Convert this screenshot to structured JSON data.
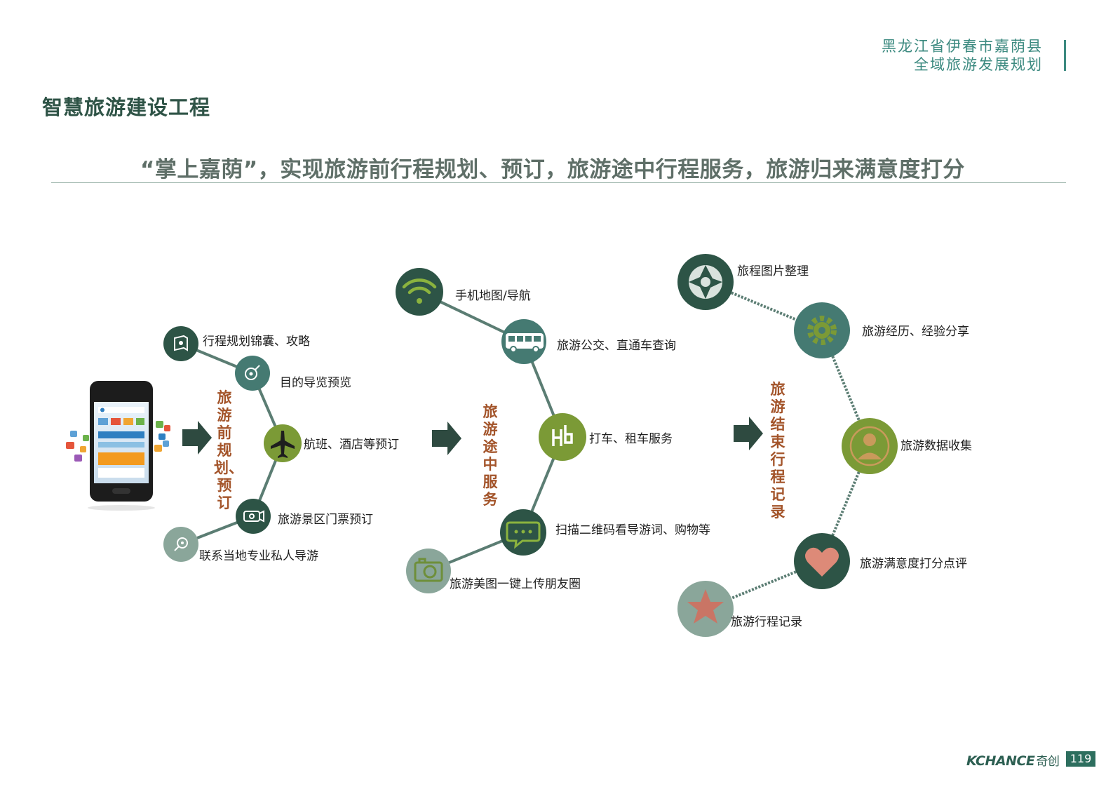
{
  "header": {
    "title_line1": "黑龙江省伊春市嘉荫县",
    "title_line2": "全域旅游发展规划"
  },
  "page_title": "智慧旅游建设工程",
  "subtitle": "“掌上嘉荫”，实现旅游前行程规划、预订，旅游途中行程服务，旅游归来满意度打分",
  "phases": [
    {
      "label": "旅游前规划、预订",
      "nodes": [
        {
          "label": "行程规划锦囊、攻略",
          "icon": "travel-guide-icon",
          "color": "#2d5446"
        },
        {
          "label": "目的导览预览",
          "icon": "destination-preview-icon",
          "color": "#457a72"
        },
        {
          "label": "航班、酒店等预订",
          "icon": "airplane-icon",
          "color": "#7b9a36"
        },
        {
          "label": "旅游景区门票预订",
          "icon": "ticket-icon",
          "color": "#2d5446"
        },
        {
          "label": "联系当地专业私人导游",
          "icon": "guide-search-icon",
          "color": "#8aa69a"
        }
      ]
    },
    {
      "label": "旅游途中服务",
      "nodes": [
        {
          "label": "手机地图/导航",
          "icon": "wifi-icon",
          "color": "#2d5446"
        },
        {
          "label": "旅游公交、直通车查询",
          "icon": "bus-icon",
          "color": "#457a72"
        },
        {
          "label": "打车、租车服务",
          "icon": "taxi-icon",
          "color": "#7b9a36"
        },
        {
          "label": "扫描二维码看导游词、购物等",
          "icon": "chat-bubble-icon",
          "color": "#2d5446"
        },
        {
          "label": "旅游美图一键上传朋友圈",
          "icon": "camera-icon",
          "color": "#8aa69a"
        }
      ]
    },
    {
      "label": "旅游结束行程记录",
      "nodes": [
        {
          "label": "旅程图片整理",
          "icon": "aperture-icon",
          "color": "#2d5446"
        },
        {
          "label": "旅游经历、经验分享",
          "icon": "gear-icon",
          "color": "#457a72"
        },
        {
          "label": "旅游数据收集",
          "icon": "user-icon",
          "color": "#7b9a36"
        },
        {
          "label": "旅游满意度打分点评",
          "icon": "heart-icon",
          "color": "#2d5446"
        },
        {
          "label": "旅游行程记录",
          "icon": "star-icon",
          "color": "#8aa69a"
        }
      ]
    }
  ],
  "footer": {
    "brand": "KCHANCE",
    "brand_cn": "奇创",
    "page": "119"
  }
}
